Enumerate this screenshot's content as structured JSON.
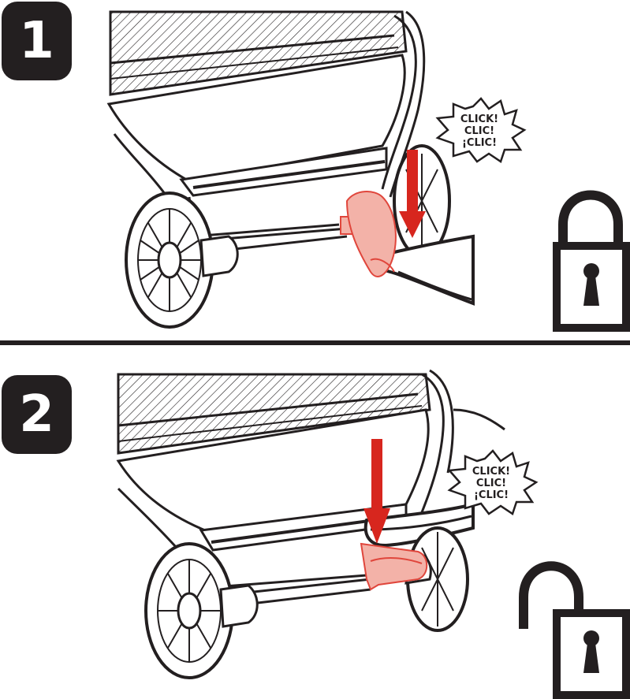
{
  "steps": [
    {
      "number": "1",
      "lock_state": "locked",
      "sound": [
        "CLICK!",
        "CLIC!",
        "¡CLIC!"
      ]
    },
    {
      "number": "2",
      "lock_state": "unlocked",
      "sound": [
        "CLICK!",
        "CLIC!",
        "¡CLIC!"
      ]
    }
  ],
  "colors": {
    "ink": "#231f20",
    "arrow": "#d7261e",
    "pedal": "#f3b2a8",
    "pedal_stroke": "#e0463c"
  },
  "icons": {
    "step1_lock": "padlock-closed-icon",
    "step2_lock": "padlock-open-icon",
    "step1_arrow": "down-arrow-icon",
    "step2_arrow": "down-arrow-icon"
  }
}
